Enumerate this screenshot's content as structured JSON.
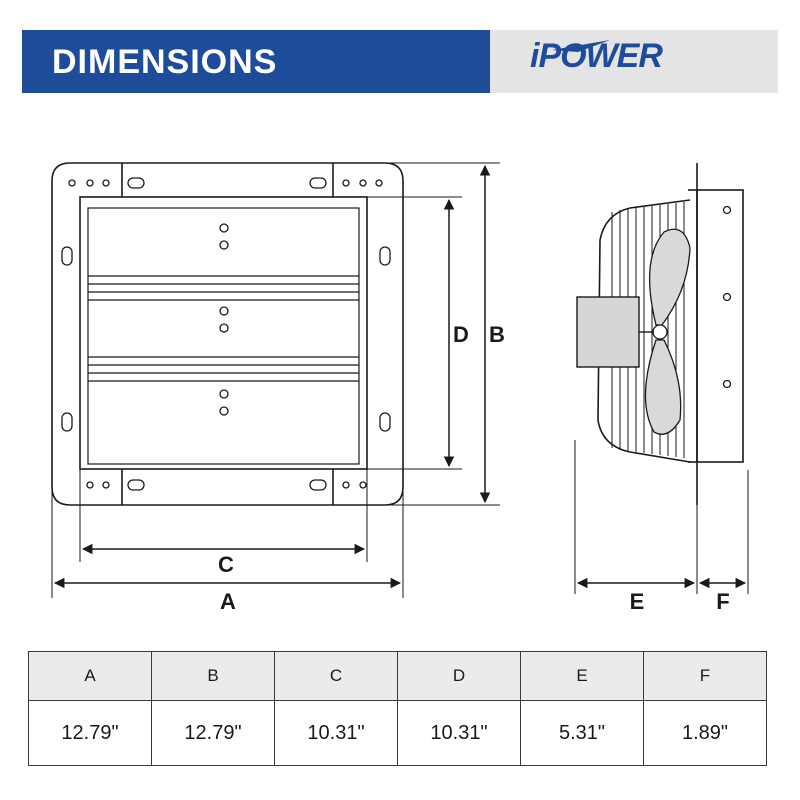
{
  "header": {
    "title": "DIMENSIONS",
    "brand": "iPOWER",
    "brand_color": "#1c4c9a"
  },
  "diagram": {
    "labels": {
      "a": "A",
      "b": "B",
      "c": "C",
      "d": "D",
      "e": "E",
      "f": "F"
    }
  },
  "table": {
    "headers": [
      "A",
      "B",
      "C",
      "D",
      "E",
      "F"
    ],
    "values": [
      "12.79\"",
      "12.79\"",
      "10.31\"",
      "10.31\"",
      "5.31\"",
      "1.89\""
    ]
  }
}
